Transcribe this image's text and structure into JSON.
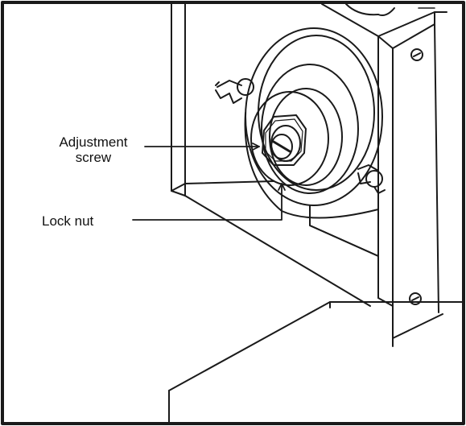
{
  "callouts": {
    "adjustment_screw": {
      "line1": "Adjustment",
      "line2": "screw"
    },
    "lock_nut": "Lock nut"
  },
  "colors": {
    "stroke": "#1a1a1a",
    "background": "#ffffff"
  }
}
